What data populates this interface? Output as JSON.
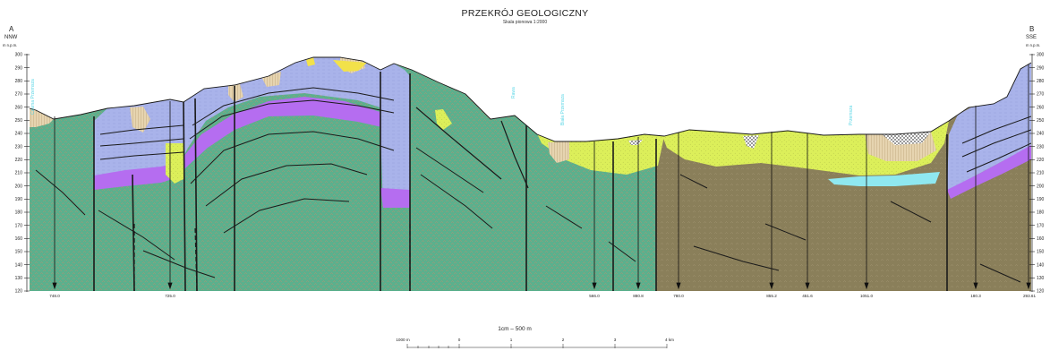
{
  "title": "PRZEKRÓJ GEOLOGICZNY",
  "subtitle": "Skala pionowa 1:2000",
  "ends": {
    "left": {
      "letter": "A",
      "direction": "NNW"
    },
    "right": {
      "letter": "B",
      "direction": "SSE"
    }
  },
  "axis": {
    "unit": "m n.p.m.",
    "ticks": [
      "300",
      "290",
      "280",
      "270",
      "260",
      "250",
      "240",
      "230",
      "220",
      "210",
      "200",
      "190",
      "180",
      "170",
      "160",
      "150",
      "140",
      "130",
      "120"
    ]
  },
  "rivers": [
    "Czarna Przemsza",
    "Rawa",
    "Biała Przemsza",
    "Przemsza"
  ],
  "boreholes": [
    "748.0",
    "725.0",
    "566.0",
    "880.8",
    "780.0",
    "855.2",
    "451.6",
    "1051.0",
    "180.3",
    "293.61"
  ],
  "scale_bar": {
    "label": "1cm – 500 m",
    "ticks": [
      "1000 m",
      "0",
      "1",
      "2",
      "3",
      "4 km"
    ]
  },
  "colors": {
    "green_unit": "#5bb08d",
    "olive_unit": "#8a7f5a",
    "blue_unit": "#a9b3ea",
    "purple_unit": "#b56df0",
    "yellow_green_unit": "#dcef5a",
    "beige_unit": "#e6d4b0",
    "cyan_unit": "#8fe8f0",
    "yellow_unit": "#f2e14a",
    "river_label": "#5ad6e6"
  }
}
